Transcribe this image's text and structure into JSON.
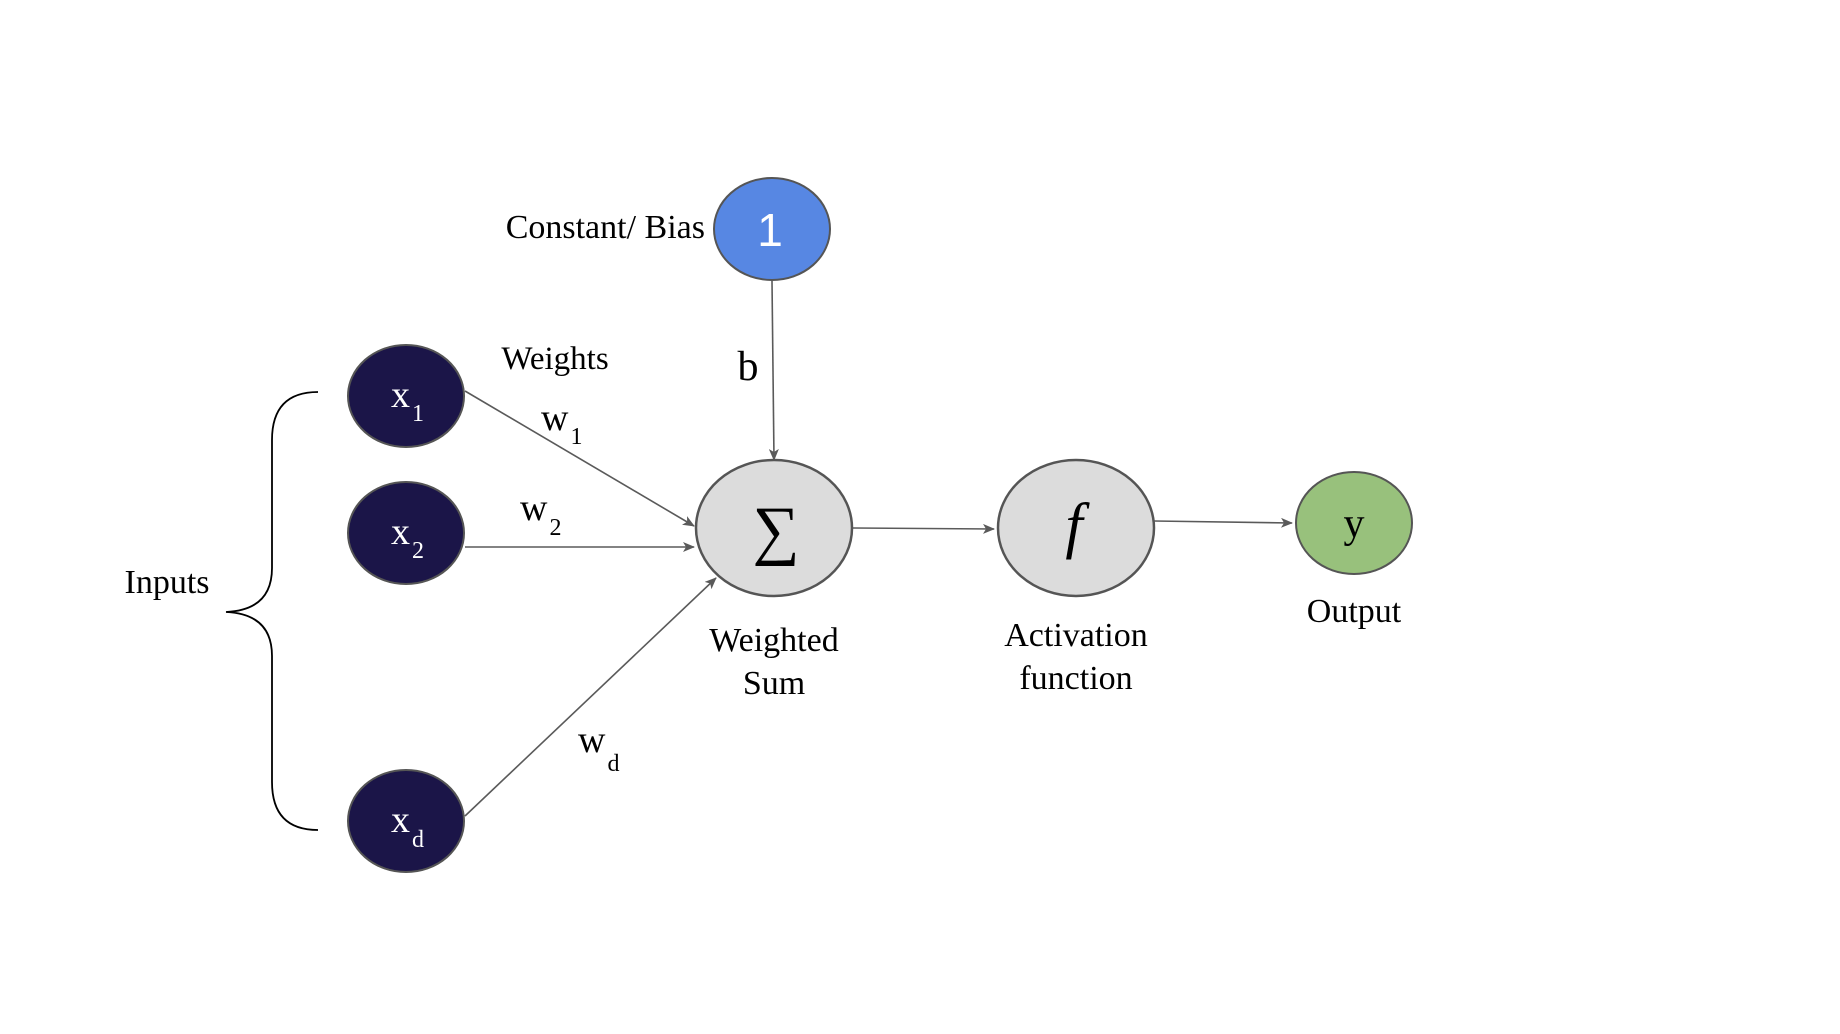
{
  "bias": {
    "label": "Constant/ Bias",
    "node_text": "1",
    "edge_label": "b"
  },
  "inputs": {
    "group_label": "Inputs",
    "nodes": [
      {
        "base": "x",
        "sub": "1"
      },
      {
        "base": "x",
        "sub": "2"
      },
      {
        "base": "x",
        "sub": "d"
      }
    ]
  },
  "weights": {
    "title": "Weights",
    "items": [
      {
        "base": "w",
        "sub": "1"
      },
      {
        "base": "w",
        "sub": "2"
      },
      {
        "base": "w",
        "sub": "d"
      }
    ]
  },
  "sum": {
    "symbol": "∑",
    "label_line1": "Weighted",
    "label_line2": "Sum"
  },
  "activation": {
    "symbol": "f",
    "label_line1": "Activation",
    "label_line2": "function"
  },
  "output": {
    "symbol": "y",
    "label": "Output"
  },
  "colors": {
    "input_node": "#1b1548",
    "bias_node": "#5787e3",
    "sum_node": "#dcdcdc",
    "activation_node": "#dcdcdc",
    "output_node": "#98c17c",
    "node_stroke": "#555555",
    "arrow": "#5a5a5a"
  }
}
